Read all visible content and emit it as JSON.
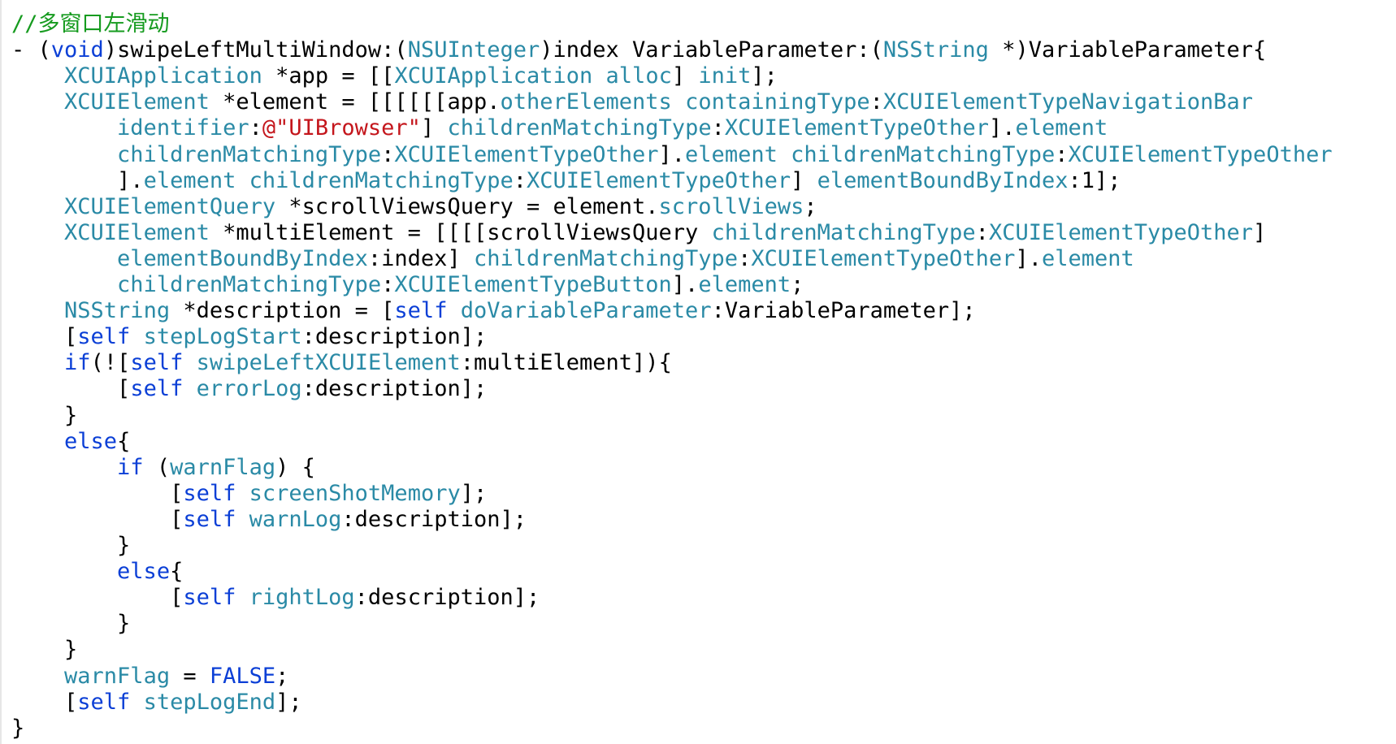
{
  "editor": {
    "colors": {
      "background": "#ffffff",
      "keyword": "#0b3fd6",
      "type": "#2a8aa6",
      "symbol": "#2a8aa6",
      "string": "#c4161c",
      "comment": "#169b1f",
      "plain": "#000000"
    },
    "lines": [
      [
        {
          "t": "//多窗口左滑动",
          "c": "cm"
        }
      ],
      [
        {
          "t": "- (",
          "c": "plain"
        },
        {
          "t": "void",
          "c": "kw"
        },
        {
          "t": ")swipeLeftMultiWindow:(",
          "c": "plain"
        },
        {
          "t": "NSUInteger",
          "c": "type"
        },
        {
          "t": ")index VariableParameter:(",
          "c": "plain"
        },
        {
          "t": "NSString",
          "c": "type"
        },
        {
          "t": " *)VariableParameter{",
          "c": "plain"
        }
      ],
      [
        {
          "t": "    ",
          "c": "plain"
        },
        {
          "t": "XCUIApplication",
          "c": "type"
        },
        {
          "t": " *app = [[",
          "c": "plain"
        },
        {
          "t": "XCUIApplication",
          "c": "type"
        },
        {
          "t": " ",
          "c": "plain"
        },
        {
          "t": "alloc",
          "c": "sym"
        },
        {
          "t": "] ",
          "c": "plain"
        },
        {
          "t": "init",
          "c": "sym"
        },
        {
          "t": "];",
          "c": "plain"
        }
      ],
      [
        {
          "t": "    ",
          "c": "plain"
        },
        {
          "t": "XCUIElement",
          "c": "type"
        },
        {
          "t": " *element = [[[[[[app.",
          "c": "plain"
        },
        {
          "t": "otherElements",
          "c": "sym"
        },
        {
          "t": " ",
          "c": "plain"
        },
        {
          "t": "containingType",
          "c": "sym"
        },
        {
          "t": ":",
          "c": "plain"
        },
        {
          "t": "XCUIElementTypeNavigationBar",
          "c": "sym"
        }
      ],
      [
        {
          "t": "        ",
          "c": "plain"
        },
        {
          "t": "identifier",
          "c": "sym"
        },
        {
          "t": ":",
          "c": "plain"
        },
        {
          "t": "@\"UIBrowser\"",
          "c": "str"
        },
        {
          "t": "] ",
          "c": "plain"
        },
        {
          "t": "childrenMatchingType",
          "c": "sym"
        },
        {
          "t": ":",
          "c": "plain"
        },
        {
          "t": "XCUIElementTypeOther",
          "c": "sym"
        },
        {
          "t": "].",
          "c": "plain"
        },
        {
          "t": "element",
          "c": "sym"
        }
      ],
      [
        {
          "t": "        ",
          "c": "plain"
        },
        {
          "t": "childrenMatchingType",
          "c": "sym"
        },
        {
          "t": ":",
          "c": "plain"
        },
        {
          "t": "XCUIElementTypeOther",
          "c": "sym"
        },
        {
          "t": "].",
          "c": "plain"
        },
        {
          "t": "element",
          "c": "sym"
        },
        {
          "t": " ",
          "c": "plain"
        },
        {
          "t": "childrenMatchingType",
          "c": "sym"
        },
        {
          "t": ":",
          "c": "plain"
        },
        {
          "t": "XCUIElementTypeOther",
          "c": "sym"
        }
      ],
      [
        {
          "t": "        ].",
          "c": "plain"
        },
        {
          "t": "element",
          "c": "sym"
        },
        {
          "t": " ",
          "c": "plain"
        },
        {
          "t": "childrenMatchingType",
          "c": "sym"
        },
        {
          "t": ":",
          "c": "plain"
        },
        {
          "t": "XCUIElementTypeOther",
          "c": "sym"
        },
        {
          "t": "] ",
          "c": "plain"
        },
        {
          "t": "elementBoundByIndex",
          "c": "sym"
        },
        {
          "t": ":1];",
          "c": "plain"
        }
      ],
      [
        {
          "t": "    ",
          "c": "plain"
        },
        {
          "t": "XCUIElementQuery",
          "c": "type"
        },
        {
          "t": " *scrollViewsQuery = element.",
          "c": "plain"
        },
        {
          "t": "scrollViews",
          "c": "sym"
        },
        {
          "t": ";",
          "c": "plain"
        }
      ],
      [
        {
          "t": "    ",
          "c": "plain"
        },
        {
          "t": "XCUIElement",
          "c": "type"
        },
        {
          "t": " *multiElement = [[[[scrollViewsQuery ",
          "c": "plain"
        },
        {
          "t": "childrenMatchingType",
          "c": "sym"
        },
        {
          "t": ":",
          "c": "plain"
        },
        {
          "t": "XCUIElementTypeOther",
          "c": "sym"
        },
        {
          "t": "]",
          "c": "plain"
        }
      ],
      [
        {
          "t": "        ",
          "c": "plain"
        },
        {
          "t": "elementBoundByIndex",
          "c": "sym"
        },
        {
          "t": ":index] ",
          "c": "plain"
        },
        {
          "t": "childrenMatchingType",
          "c": "sym"
        },
        {
          "t": ":",
          "c": "plain"
        },
        {
          "t": "XCUIElementTypeOther",
          "c": "sym"
        },
        {
          "t": "].",
          "c": "plain"
        },
        {
          "t": "element",
          "c": "sym"
        }
      ],
      [
        {
          "t": "        ",
          "c": "plain"
        },
        {
          "t": "childrenMatchingType",
          "c": "sym"
        },
        {
          "t": ":",
          "c": "plain"
        },
        {
          "t": "XCUIElementTypeButton",
          "c": "sym"
        },
        {
          "t": "].",
          "c": "plain"
        },
        {
          "t": "element",
          "c": "sym"
        },
        {
          "t": ";",
          "c": "plain"
        }
      ],
      [
        {
          "t": "    ",
          "c": "plain"
        },
        {
          "t": "NSString",
          "c": "type"
        },
        {
          "t": " *description = [",
          "c": "plain"
        },
        {
          "t": "self",
          "c": "kw"
        },
        {
          "t": " ",
          "c": "plain"
        },
        {
          "t": "doVariableParameter",
          "c": "sym"
        },
        {
          "t": ":VariableParameter];",
          "c": "plain"
        }
      ],
      [
        {
          "t": "    [",
          "c": "plain"
        },
        {
          "t": "self",
          "c": "kw"
        },
        {
          "t": " ",
          "c": "plain"
        },
        {
          "t": "stepLogStart",
          "c": "sym"
        },
        {
          "t": ":description];",
          "c": "plain"
        }
      ],
      [
        {
          "t": "    ",
          "c": "plain"
        },
        {
          "t": "if",
          "c": "kw"
        },
        {
          "t": "(![",
          "c": "plain"
        },
        {
          "t": "self",
          "c": "kw"
        },
        {
          "t": " ",
          "c": "plain"
        },
        {
          "t": "swipeLeftXCUIElement",
          "c": "sym"
        },
        {
          "t": ":multiElement]){",
          "c": "plain"
        }
      ],
      [
        {
          "t": "        [",
          "c": "plain"
        },
        {
          "t": "self",
          "c": "kw"
        },
        {
          "t": " ",
          "c": "plain"
        },
        {
          "t": "errorLog",
          "c": "sym"
        },
        {
          "t": ":description];",
          "c": "plain"
        }
      ],
      [
        {
          "t": "    }",
          "c": "plain"
        }
      ],
      [
        {
          "t": "    ",
          "c": "plain"
        },
        {
          "t": "else",
          "c": "kw"
        },
        {
          "t": "{",
          "c": "plain"
        }
      ],
      [
        {
          "t": "        ",
          "c": "plain"
        },
        {
          "t": "if",
          "c": "kw"
        },
        {
          "t": " (",
          "c": "plain"
        },
        {
          "t": "warnFlag",
          "c": "sym"
        },
        {
          "t": ") {",
          "c": "plain"
        }
      ],
      [
        {
          "t": "            [",
          "c": "plain"
        },
        {
          "t": "self",
          "c": "kw"
        },
        {
          "t": " ",
          "c": "plain"
        },
        {
          "t": "screenShotMemory",
          "c": "sym"
        },
        {
          "t": "];",
          "c": "plain"
        }
      ],
      [
        {
          "t": "            [",
          "c": "plain"
        },
        {
          "t": "self",
          "c": "kw"
        },
        {
          "t": " ",
          "c": "plain"
        },
        {
          "t": "warnLog",
          "c": "sym"
        },
        {
          "t": ":description];",
          "c": "plain"
        }
      ],
      [
        {
          "t": "        }",
          "c": "plain"
        }
      ],
      [
        {
          "t": "        ",
          "c": "plain"
        },
        {
          "t": "else",
          "c": "kw"
        },
        {
          "t": "{",
          "c": "plain"
        }
      ],
      [
        {
          "t": "            [",
          "c": "plain"
        },
        {
          "t": "self",
          "c": "kw"
        },
        {
          "t": " ",
          "c": "plain"
        },
        {
          "t": "rightLog",
          "c": "sym"
        },
        {
          "t": ":description];",
          "c": "plain"
        }
      ],
      [
        {
          "t": "        }",
          "c": "plain"
        }
      ],
      [
        {
          "t": "    }",
          "c": "plain"
        }
      ],
      [
        {
          "t": "    ",
          "c": "plain"
        },
        {
          "t": "warnFlag",
          "c": "sym"
        },
        {
          "t": " = ",
          "c": "plain"
        },
        {
          "t": "FALSE",
          "c": "kw"
        },
        {
          "t": ";",
          "c": "plain"
        }
      ],
      [
        {
          "t": "    [",
          "c": "plain"
        },
        {
          "t": "self",
          "c": "kw"
        },
        {
          "t": " ",
          "c": "plain"
        },
        {
          "t": "stepLogEnd",
          "c": "sym"
        },
        {
          "t": "];",
          "c": "plain"
        }
      ],
      [
        {
          "t": "}",
          "c": "plain"
        }
      ]
    ]
  }
}
